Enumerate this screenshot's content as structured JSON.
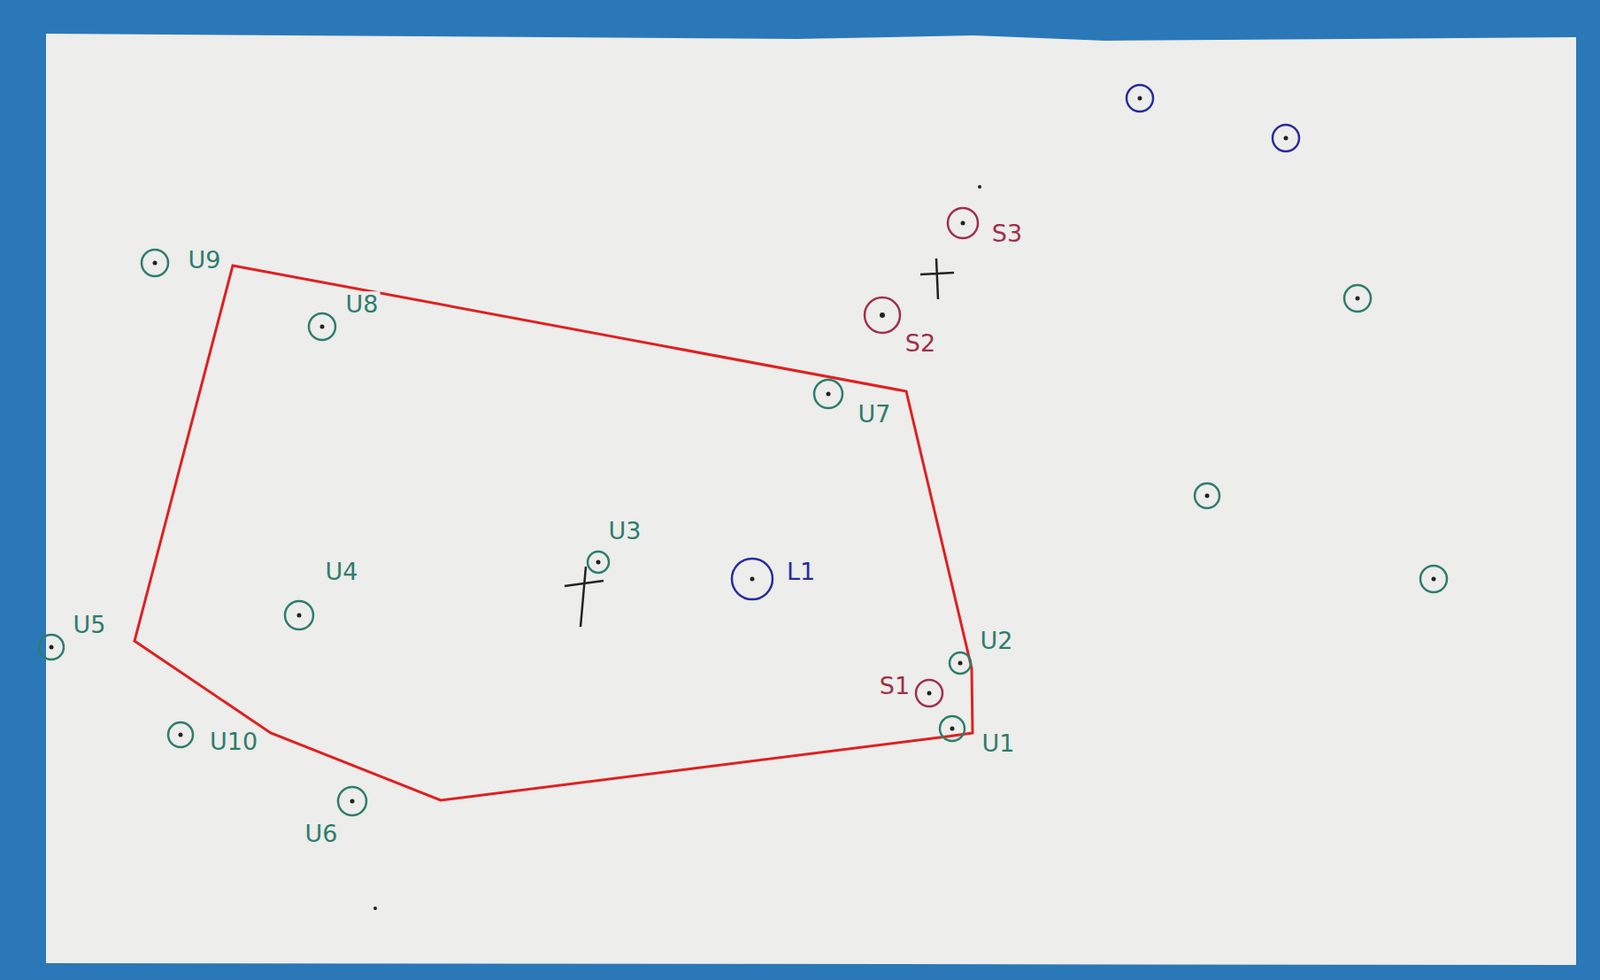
{
  "diagram": {
    "labels": [
      "U9",
      "U8",
      "S3",
      "S2",
      "U7",
      "U3",
      "L1",
      "U4",
      "U5",
      "U2",
      "S1",
      "U1",
      "U10",
      "U6"
    ]
  }
}
